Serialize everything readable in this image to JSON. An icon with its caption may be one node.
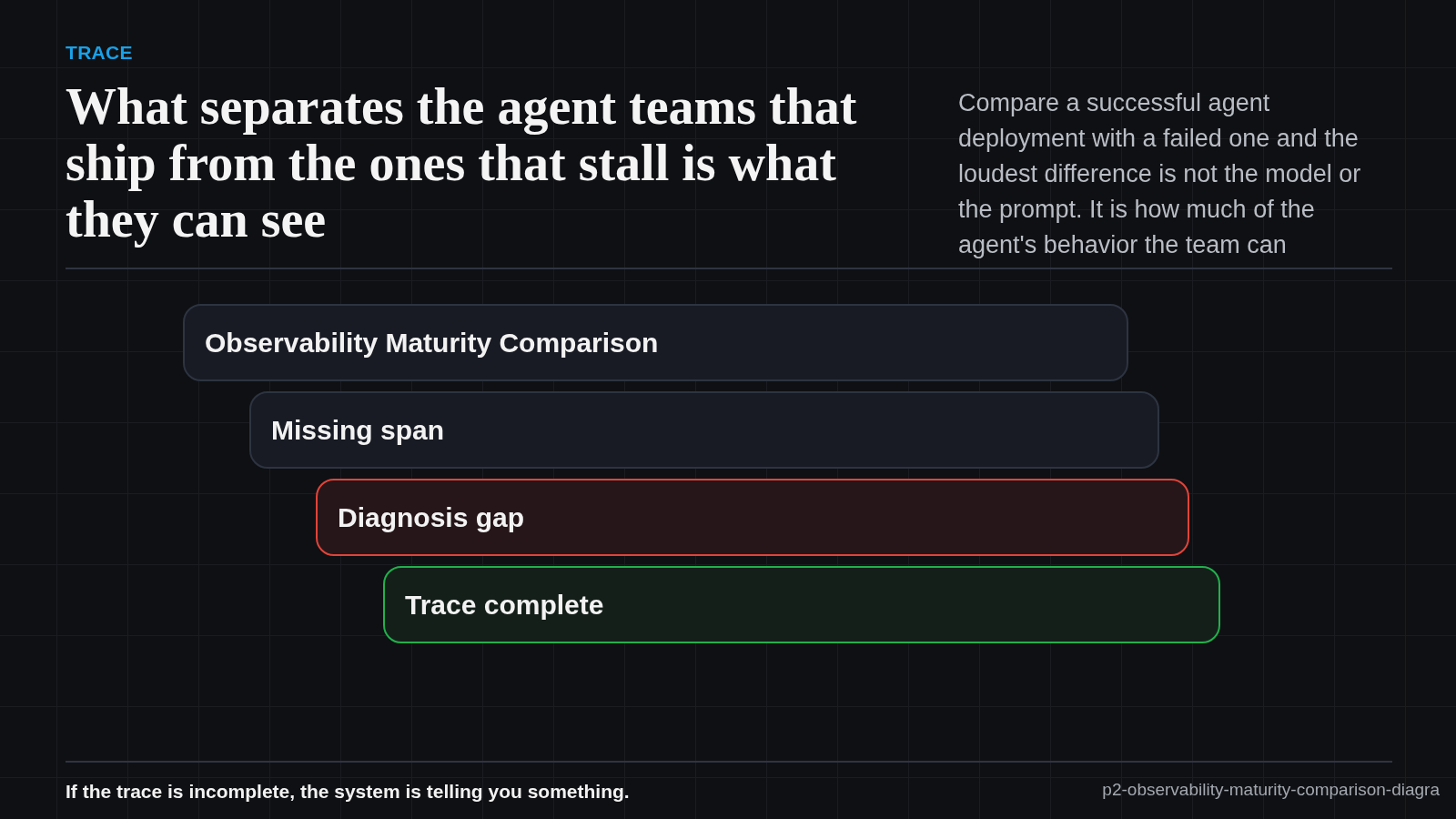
{
  "diagram": {
    "title": "What separates the agent teams that ship from the ones that stall is what they can see",
    "caption": "If the trace is incomplete, the system is telling you something.",
    "nodes": [
      {
        "text": [
          "Observability Maturity Comparison"
        ]
      },
      {
        "text": [
          "Missing span"
        ]
      },
      {
        "text": [
          "Diagnosis gap"
        ]
      },
      {
        "text": [
          "Trace complete"
        ]
      }
    ],
    "labels": [
      "TRACE",
      "Compare a successful agent deployment with a failed one and the loudest difference is not the model or the prompt. It is how much of the agent's behavior the team can",
      "p2-observability-maturity-comparison-diagra"
    ]
  }
}
